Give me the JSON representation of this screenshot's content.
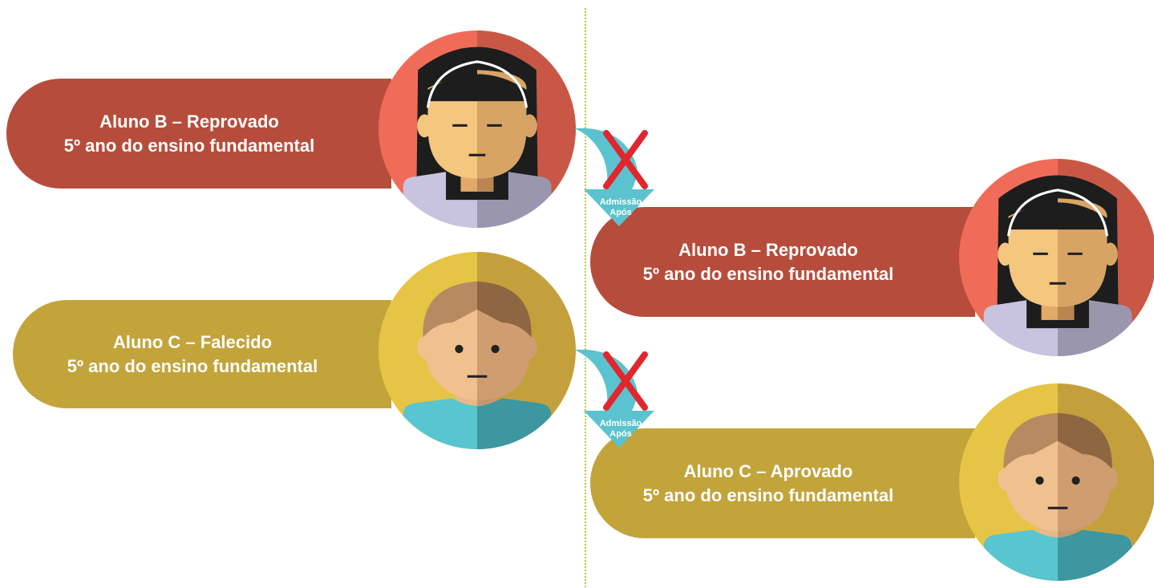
{
  "colors": {
    "red_pill": "#b64d3c",
    "olive_pill": "#c2a43b",
    "arrow": "#5bc3cf",
    "cross": "#e0262e",
    "divider": "#b5cc3a"
  },
  "left": {
    "student_b": {
      "line1": "Aluno B – Reprovado",
      "line2": "5º ano do ensino fundamental",
      "avatar": "girl-avatar-icon"
    },
    "student_c": {
      "line1": "Aluno C – Falecido",
      "line2": "5º ano do ensino fundamental",
      "avatar": "boy-avatar-icon"
    }
  },
  "right": {
    "student_b": {
      "line1": "Aluno B – Reprovado",
      "line2": "5º ano do ensino fundamental",
      "avatar": "girl-avatar-icon"
    },
    "student_c": {
      "line1": "Aluno C – Aprovado",
      "line2": "5º ano do ensino fundamental",
      "avatar": "boy-avatar-icon"
    }
  },
  "arrows": [
    {
      "line1": "Admissão",
      "line2": "Após",
      "mark": "x-cross-icon"
    },
    {
      "line1": "Admissão",
      "line2": "Após",
      "mark": "x-cross-icon"
    }
  ]
}
